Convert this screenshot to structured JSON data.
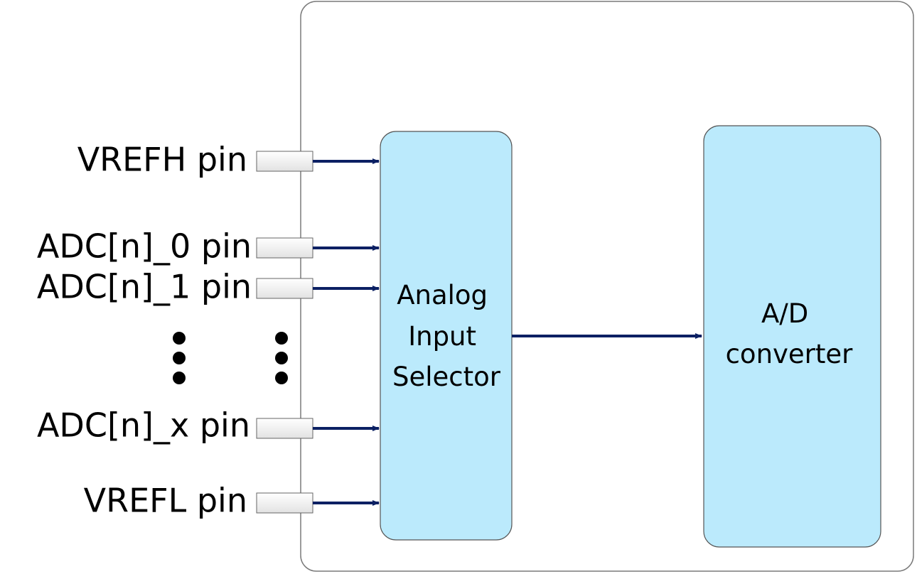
{
  "colors": {
    "block_fill": "#bbeafc",
    "block_stroke": "#555555",
    "arrow": "#0b2063",
    "connector_fill": "#f3f3f3",
    "border": "#7a7a7a"
  },
  "pins": [
    {
      "label": "VREFH pin"
    },
    {
      "label": "ADC[n]_0 pin"
    },
    {
      "label": "ADC[n]_1 pin"
    },
    {
      "label": "ADC[n]_x pin"
    },
    {
      "label": "VREFL pin"
    }
  ],
  "selector": {
    "lines": [
      "Analog",
      "Input",
      "Selector"
    ]
  },
  "converter": {
    "lines": [
      "A/D",
      "converter"
    ]
  }
}
